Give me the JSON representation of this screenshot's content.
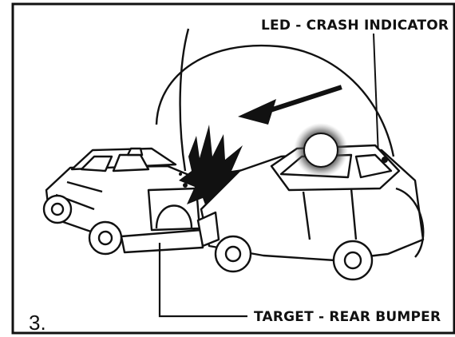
{
  "figure": {
    "number": "3.",
    "labels": {
      "led": "LED - CRASH INDICATOR",
      "target": "TARGET - REAR BUMPER"
    },
    "icons": {
      "motion_arrow": "arrow-down-left-icon",
      "led_glow": "glow-light-icon",
      "impact_burst": "impact-burst-icon"
    },
    "colors": {
      "ink": "#111111",
      "background": "#ffffff"
    }
  }
}
